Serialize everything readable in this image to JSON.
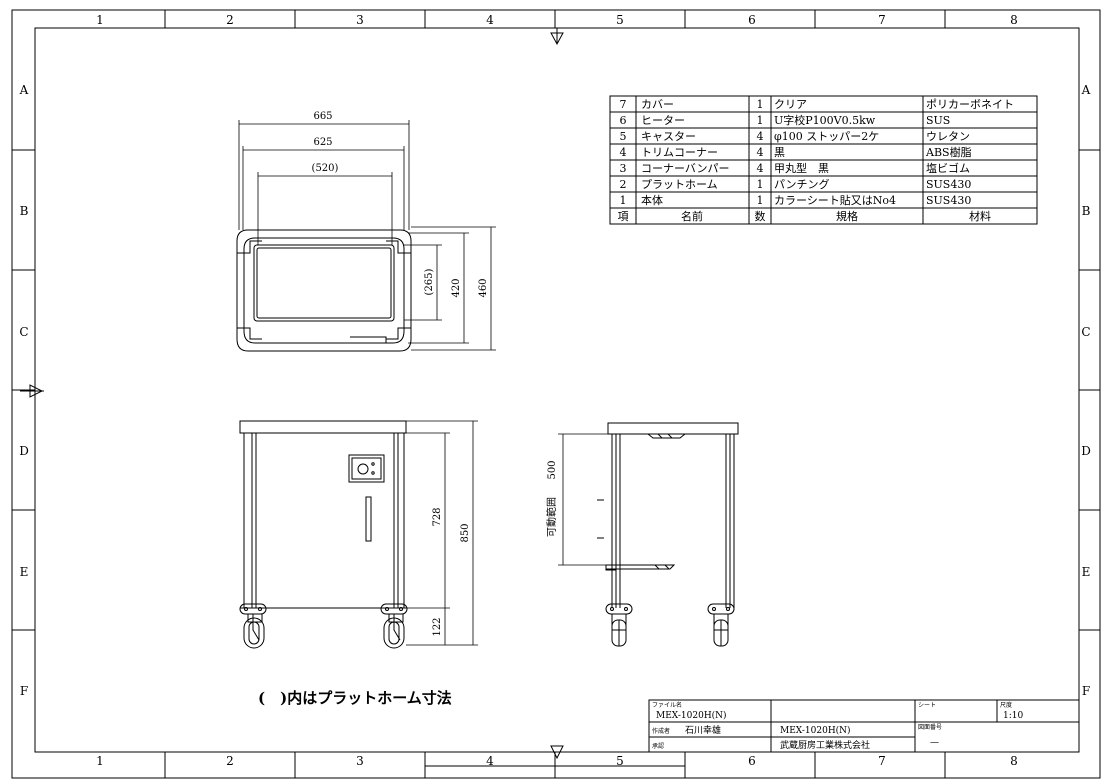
{
  "grid": {
    "columns": [
      "1",
      "2",
      "3",
      "4",
      "5",
      "6",
      "7",
      "8"
    ],
    "rows": [
      "A",
      "B",
      "C",
      "D",
      "E",
      "F"
    ]
  },
  "bom": {
    "headers": [
      "項",
      "名前",
      "数",
      "規格",
      "材料"
    ],
    "rows": [
      [
        "7",
        "カバー",
        "1",
        "クリア",
        "ポリカーボネイト"
      ],
      [
        "6",
        "ヒーター",
        "1",
        "U字校P100V0.5kw",
        "SUS"
      ],
      [
        "5",
        "キャスター",
        "4",
        "φ100 ストッパー2ケ",
        "ウレタン"
      ],
      [
        "4",
        "トリムコーナー",
        "4",
        "黒",
        "ABS樹脂"
      ],
      [
        "3",
        "コーナーバンパー",
        "4",
        "甲丸型　黒",
        "塩ビゴム"
      ],
      [
        "2",
        "プラットホーム",
        "1",
        "パンチング",
        "SUS430"
      ],
      [
        "1",
        "本体",
        "1",
        "カラーシート貼又はNo4",
        "SUS430"
      ]
    ]
  },
  "dimensions": {
    "top_width_outer": "665",
    "top_width_mid": "625",
    "top_width_platform": "(520)",
    "top_depth_platform": "(265)",
    "top_depth_mid": "420",
    "top_depth_outer": "460",
    "front_height_body": "728",
    "front_height_total": "850",
    "front_caster_height": "122",
    "side_range_value": "500",
    "side_range_label": "可動範囲"
  },
  "note": "(　)内はプラットホーム寸法",
  "title_block": {
    "file_label": "ファイル名",
    "file_value": "MEX-1020H(N)",
    "author_label": "作成者",
    "author_value": "石川幸雄",
    "approval_label": "承認",
    "model": "MEX-1020H(N)",
    "company": "武蔵厨房工業株式会社",
    "sheet_label": "シート",
    "scale_label": "尺度",
    "scale_value": "1:10",
    "drawing_no_label": "図面番号",
    "drawing_no_value": "—"
  },
  "colors": {
    "line": "#000000",
    "background": "#ffffff"
  }
}
